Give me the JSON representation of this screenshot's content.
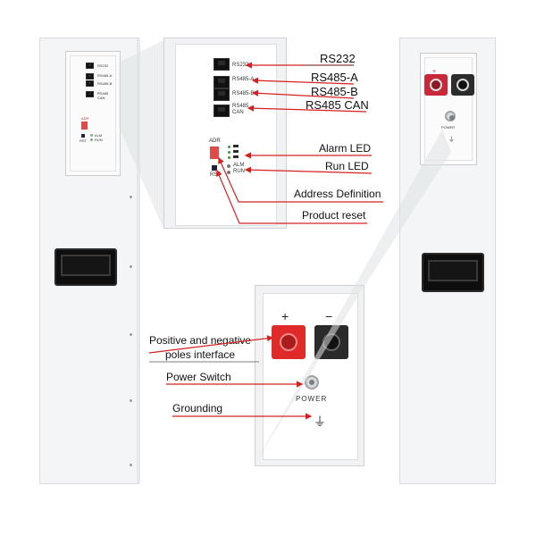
{
  "callouts": {
    "rs232": "RS232",
    "rs485a": "RS485-A",
    "rs485b": "RS485-B",
    "rs485can": "RS485 CAN",
    "alarm_led": "Alarm LED",
    "run_led": "Run LED",
    "address_definition": "Address Definition",
    "product_reset": "Product reset",
    "poles_line1": "Positive and negative",
    "poles_line2": "poles interface",
    "power_switch": "Power Switch",
    "grounding": "Grounding"
  },
  "comm_panel": {
    "port_labels": [
      "RS232",
      "RS485-A",
      "RS485-B",
      "RS485",
      "CAN"
    ],
    "adr": "ADR",
    "alm": "ALM",
    "run": "RUN",
    "rst": "RST"
  },
  "left_panel": {
    "port_labels": [
      "RS232",
      "RS485-A",
      "RS485-B",
      "RS485",
      "CAN"
    ],
    "adr": "ADR",
    "alm": "ALM",
    "run": "RUN",
    "rst": "RST"
  },
  "power_panel": {
    "plus": "+",
    "minus": "−",
    "power": "POWER"
  },
  "right_panel": {
    "plus": "+",
    "power": "POWER"
  },
  "colors": {
    "arrow": "#d62020",
    "positive": "#e02a2a",
    "negative": "#2a2a2a",
    "led": "#3a9a3a"
  }
}
